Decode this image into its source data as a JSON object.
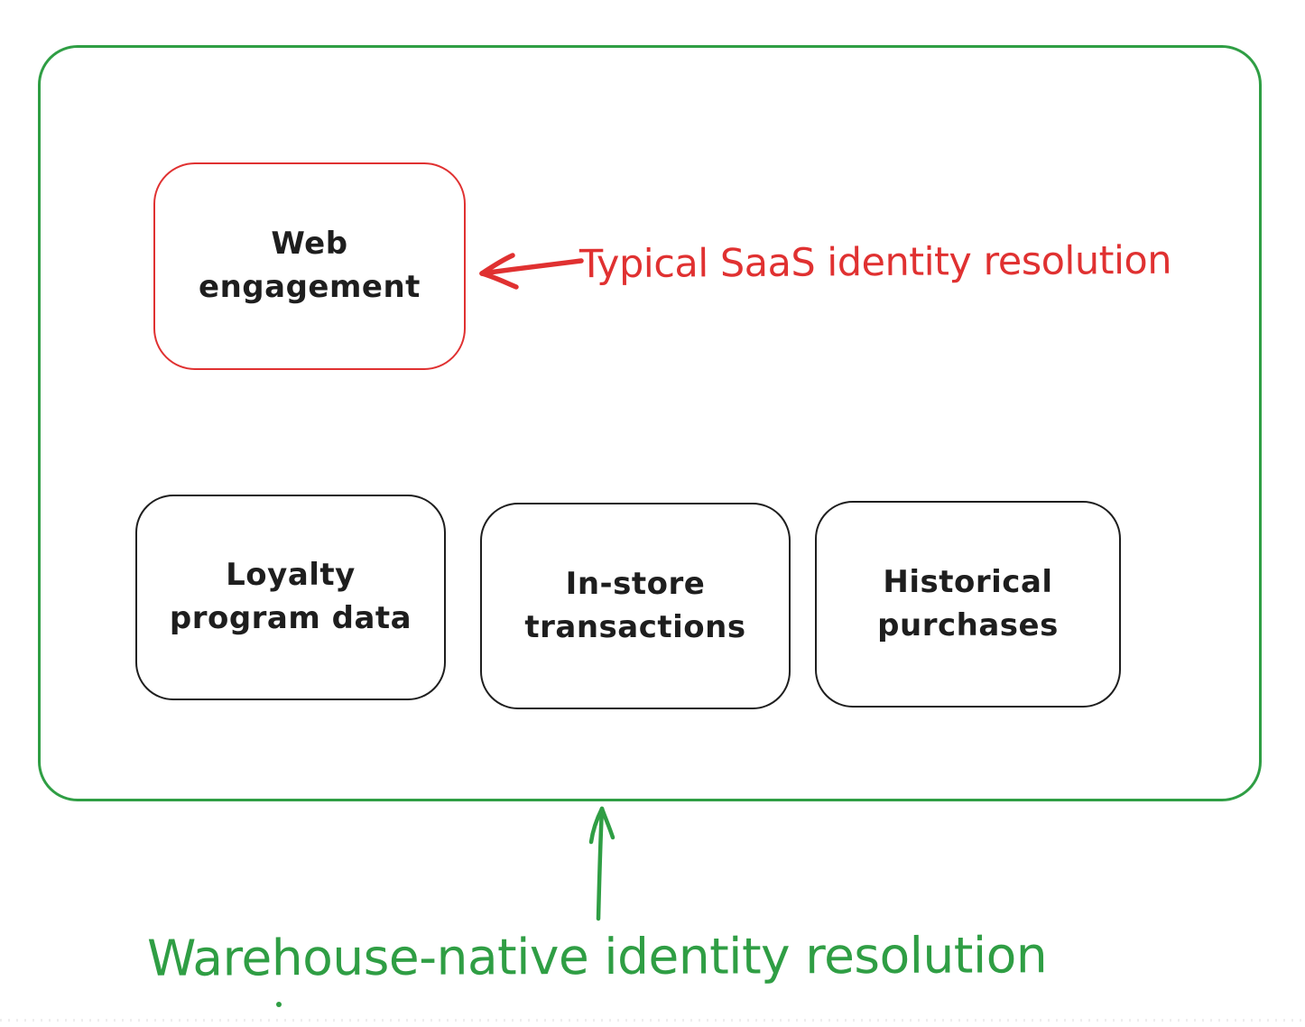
{
  "colors": {
    "green": "#2f9e44",
    "red": "#e03131",
    "ink": "#1e1e1e",
    "background": "#ffffff"
  },
  "nodes": {
    "web_engagement": {
      "label": "Web\nengagement"
    },
    "loyalty": {
      "label": "Loyalty\nprogram data"
    },
    "in_store": {
      "label": "In-store\ntransactions"
    },
    "historical": {
      "label": "Historical\npurchases"
    }
  },
  "annotations": {
    "saas": {
      "text": "Typical SaaS identity resolution"
    },
    "warehouse": {
      "text": "Warehouse-native identity resolution"
    }
  }
}
